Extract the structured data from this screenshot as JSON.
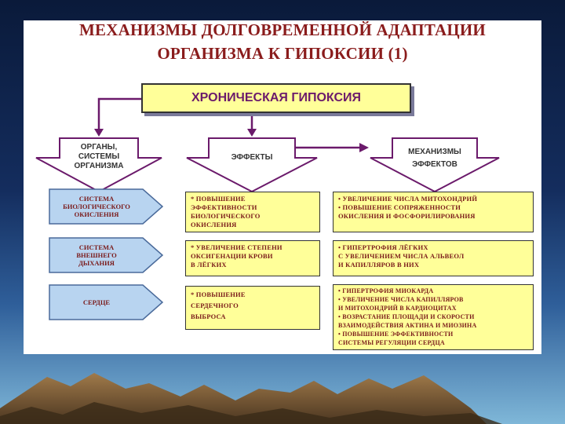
{
  "title_line1": "МЕХАНИЗМЫ ДОЛГОВРЕМЕННОЙ АДАПТАЦИИ",
  "title_line2": "ОРГАНИЗМА К ГИПОКСИИ (1)",
  "top_box": "ХРОНИЧЕСКАЯ ГИПОКСИЯ",
  "headers": {
    "organs": "ОРГАНЫ,\nСИСТЕМЫ\nОРГАНИЗМА",
    "effects": "ЭФФЕКТЫ",
    "mechanisms": "МЕХАНИЗМЫ\nЭФФЕКТОВ"
  },
  "rows": [
    {
      "system": "СИСТЕМА\nБИОЛОГИЧЕСКОГО\nОКИСЛЕНИЯ",
      "effect": "* ПОВЫШЕНИЕ\n  ЭФФЕКТИВНОСТИ\n  БИОЛОГИЧЕСКОГО\n  ОКИСЛЕНИЯ",
      "mechanism": "• УВЕЛИЧЕНИЕ ЧИСЛА МИТОХОНДРИЙ\n• ПОВЫШЕНИЕ СОПРЯЖЕННОСТИ\n  ОКИСЛЕНИЯ И ФОСФОРИЛИРОВАНИЯ"
    },
    {
      "system": "СИСТЕМА\nВНЕШНЕГО\nДЫХАНИЯ",
      "effect": "* УВЕЛИЧЕНИЕ СТЕПЕНИ\n  ОКСИГЕНАЦИИ КРОВИ\n  В ЛЁГКИХ",
      "mechanism": "• ГИПЕРТРОФИЯ ЛЁГКИХ\n  С УВЕЛИЧЕНИЕМ ЧИСЛА АЛЬВЕОЛ\n  И КАПИЛЛЯРОВ В НИХ"
    },
    {
      "system": "СЕРДЦЕ",
      "effect": "* ПОВЫШЕНИЕ\n  СЕРДЕЧНОГО\n  ВЫБРОСА",
      "mechanism": "• ГИПЕРТРОФИЯ МИОКАРДА\n• УВЕЛИЧЕНИЕ ЧИСЛА КАПИЛЛЯРОВ\n  И МИТОХОНДРИЙ В КАРДИОЦИТАХ\n• ВОЗРАСТАНИЕ ПЛОЩАДИ И СКОРОСТИ\n  ВЗАИМОДЕЙСТВИЯ АКТИНА И МИОЗИНА\n• ПОВЫШЕНИЕ ЭФФЕКТИВНОСТИ\n  СИСТЕМЫ РЕГУЛЯЦИИ СЕРДЦА"
    }
  ],
  "colors": {
    "title": "#8a1c1c",
    "top_box_fill": "#ffff99",
    "header_arrow_fill": "#ffffff",
    "header_arrow_stroke": "#6b1a6b",
    "pentagon_fill": "#b8d4f0",
    "connector": "#6b1a6b"
  }
}
